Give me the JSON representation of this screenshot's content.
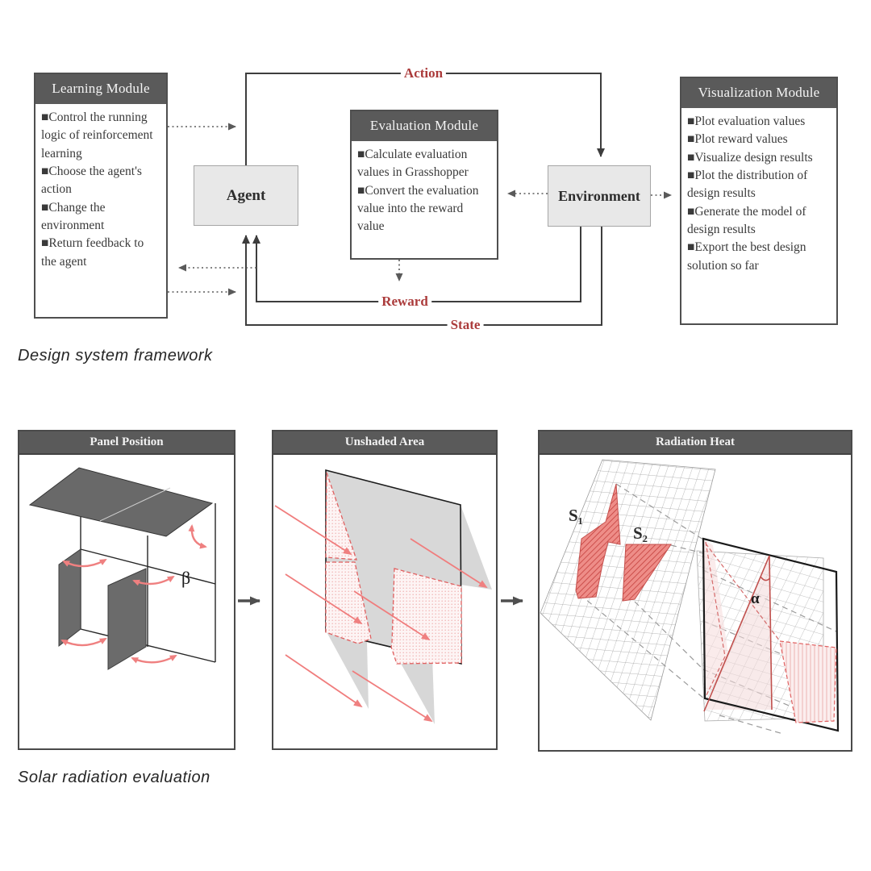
{
  "bullet": "■",
  "colors": {
    "header_gray": "#5a5a5a",
    "node_fill": "#e8e8e8",
    "flow_label_red": "#ab3b3b",
    "salmon_arrow": "#ef8080",
    "shape_red": "#ef8e8a"
  },
  "framework": {
    "caption": "Design system framework",
    "agent_label": "Agent",
    "environment_label": "Environment",
    "flow_labels": {
      "action": "Action",
      "reward": "Reward",
      "state": "State"
    },
    "modules": {
      "learning": {
        "title": "Learning Module",
        "items": [
          "Control the running logic of reinforcement learning",
          "Choose the agent's action",
          "Change the environment",
          "Return feedback to the agent"
        ]
      },
      "evaluation": {
        "title": "Evaluation Module",
        "items": [
          "Calculate evaluation values in Grasshopper",
          "Convert the evaluation value into the reward value"
        ]
      },
      "visualization": {
        "title": "Visualization Module",
        "items": [
          "Plot evaluation values",
          "Plot reward values",
          "Visualize design results",
          "Plot the distribution of design results",
          "Generate the model of design results",
          "Export the best design solution so far"
        ]
      }
    }
  },
  "evaluation_row": {
    "caption": "Solar radiation evaluation",
    "panels": [
      {
        "title": "Panel Position",
        "angle_symbol": "β"
      },
      {
        "title": "Unshaded Area"
      },
      {
        "title": "Radiation Heat",
        "surface1_label": "S₁",
        "surface2_label": "S₂",
        "angle_symbol": "α"
      }
    ]
  }
}
